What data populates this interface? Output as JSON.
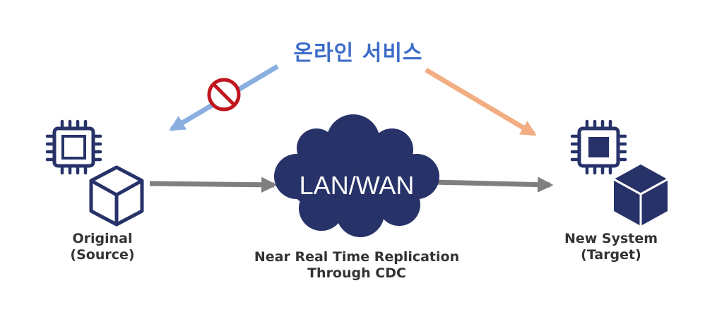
{
  "online_service": "온라인 서비스",
  "network": "LAN/WAN",
  "source": {
    "line1": "Original",
    "line2": "(Source)"
  },
  "target": {
    "line1": "New System",
    "line2": "(Target)"
  },
  "replication": {
    "line1": "Near Real Time Replication",
    "line2": "Through CDC"
  },
  "icons": {
    "source_chip": "cpu-chip-icon",
    "source_box": "cube-outline-icon",
    "target_chip": "cpu-chip-icon",
    "target_box": "cube-solid-icon",
    "blocked": "prohibited-icon",
    "cloud": "cloud-icon"
  },
  "colors": {
    "navy": "#273269",
    "service_text": "#3d6dc9",
    "blocked_arrow": "#8aaee0",
    "allowed_arrow": "#f2ae82",
    "flow_arrow": "#7f7f7f",
    "prohibited": "#c0161f"
  }
}
